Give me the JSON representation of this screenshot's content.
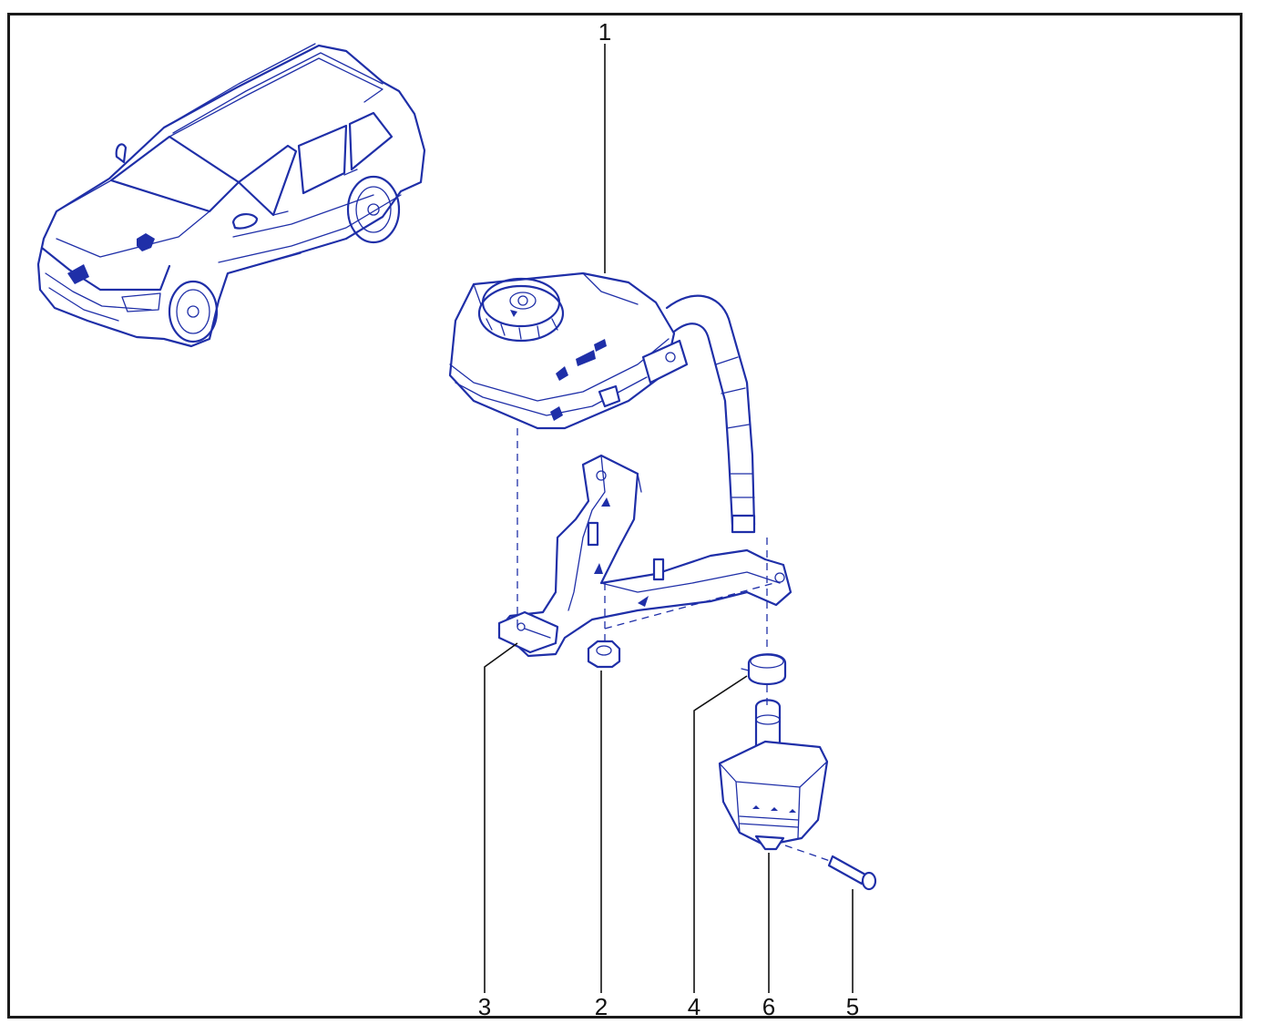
{
  "diagram": {
    "callouts": [
      {
        "id": "1",
        "label": "1"
      },
      {
        "id": "2",
        "label": "2"
      },
      {
        "id": "3",
        "label": "3"
      },
      {
        "id": "4",
        "label": "4"
      },
      {
        "id": "5",
        "label": "5"
      },
      {
        "id": "6",
        "label": "6"
      }
    ],
    "colors": {
      "line_art": "#1f2fa8",
      "frame": "#1a1a1a",
      "callout_text": "#111111",
      "background": "#ffffff"
    },
    "icons": [
      "vehicle-icon",
      "reservoir-icon",
      "bracket-icon",
      "nut-icon",
      "clip-icon",
      "pump-icon",
      "fitting-icon"
    ]
  }
}
